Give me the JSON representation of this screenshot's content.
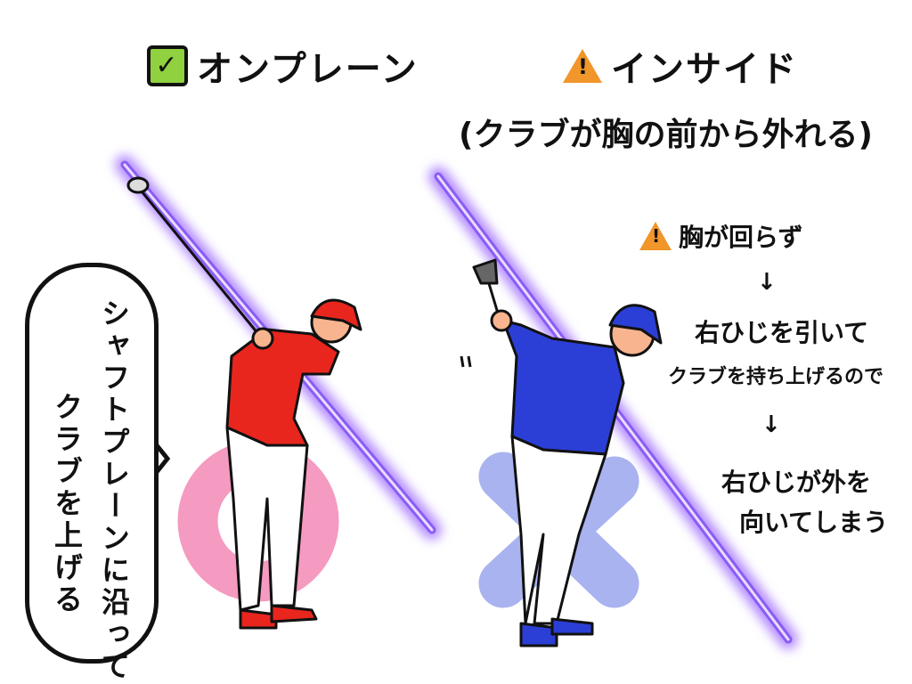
{
  "left_panel": {
    "title": "オンプレーン",
    "title_icon": "check-icon",
    "bubble_lines": [
      "シャフトプレーンに沿って",
      "クラブを上げる"
    ],
    "marker": "circle-mark"
  },
  "right_panel": {
    "title": "インサイド",
    "title_icon": "warning-icon",
    "subtitle": "(クラブが胸の前から外れる)",
    "cause": "胸が回らず",
    "arrow1": "↓",
    "step1_line1": "右ひじを引いて",
    "step1_line2": "クラブを持ち上げるので",
    "arrow2": "↓",
    "result_line1": "右ひじが外を",
    "result_line2": "向いてしまう",
    "marker": "cross-mark"
  },
  "colors": {
    "check_bg": "#8fd13f",
    "warning": "#f0962a",
    "plane_line": "#9b6bff",
    "circle_mark": "#f59ac0",
    "cross_mark": "#a9b3f0",
    "left_golfer": "#e8261e",
    "right_golfer": "#2b3fd6"
  }
}
